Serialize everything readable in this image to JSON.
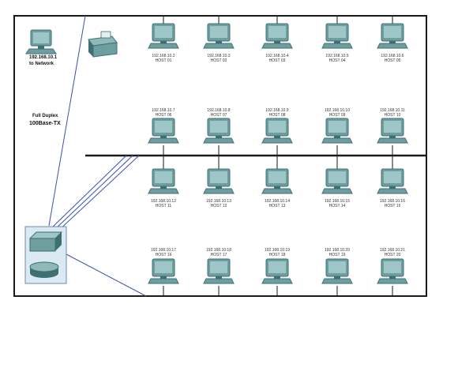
{
  "diagram": {
    "type": "network-topology",
    "colors": {
      "frame": "#1a1a1a",
      "device_fill": "#6f9ea0",
      "device_dark": "#3d6f73",
      "screen": "#9fc6c6",
      "link": "#3a4fb0",
      "router_panel": "#dbe9f2"
    },
    "uplink": {
      "ip": "192.168.10.1",
      "caption": "to Network",
      "icon": "computer-icon"
    },
    "printer": {
      "icon": "printer-icon"
    },
    "trunk_label": {
      "line1": "Full Duplex",
      "line2": "100Base-TX"
    },
    "core_device": {
      "icons": [
        "switch-icon",
        "router-icon"
      ]
    },
    "workstations": [
      {
        "ip": "192.168.10.2",
        "name": "HOST 01"
      },
      {
        "ip": "192.168.10.3",
        "name": "HOST 02"
      },
      {
        "ip": "192.168.10.4",
        "name": "HOST 03"
      },
      {
        "ip": "192.168.10.5",
        "name": "HOST 04"
      },
      {
        "ip": "192.168.10.6",
        "name": "HOST 05"
      },
      {
        "ip": "192.168.10.7",
        "name": "HOST 06"
      },
      {
        "ip": "192.168.10.8",
        "name": "HOST 07"
      },
      {
        "ip": "192.168.10.9",
        "name": "HOST 08"
      },
      {
        "ip": "192.168.10.10",
        "name": "HOST 09"
      },
      {
        "ip": "192.168.10.11",
        "name": "HOST 10"
      },
      {
        "ip": "192.168.10.12",
        "name": "HOST 11"
      },
      {
        "ip": "192.168.10.13",
        "name": "HOST 12"
      },
      {
        "ip": "192.168.10.14",
        "name": "HOST 13"
      },
      {
        "ip": "192.168.10.15",
        "name": "HOST 14"
      },
      {
        "ip": "192.168.10.16",
        "name": "HOST 15"
      },
      {
        "ip": "192.168.10.17",
        "name": "HOST 16"
      },
      {
        "ip": "192.168.10.18",
        "name": "HOST 17"
      },
      {
        "ip": "192.168.10.19",
        "name": "HOST 18"
      },
      {
        "ip": "192.168.10.20",
        "name": "HOST 19"
      },
      {
        "ip": "192.168.10.21",
        "name": "HOST 20"
      }
    ]
  }
}
